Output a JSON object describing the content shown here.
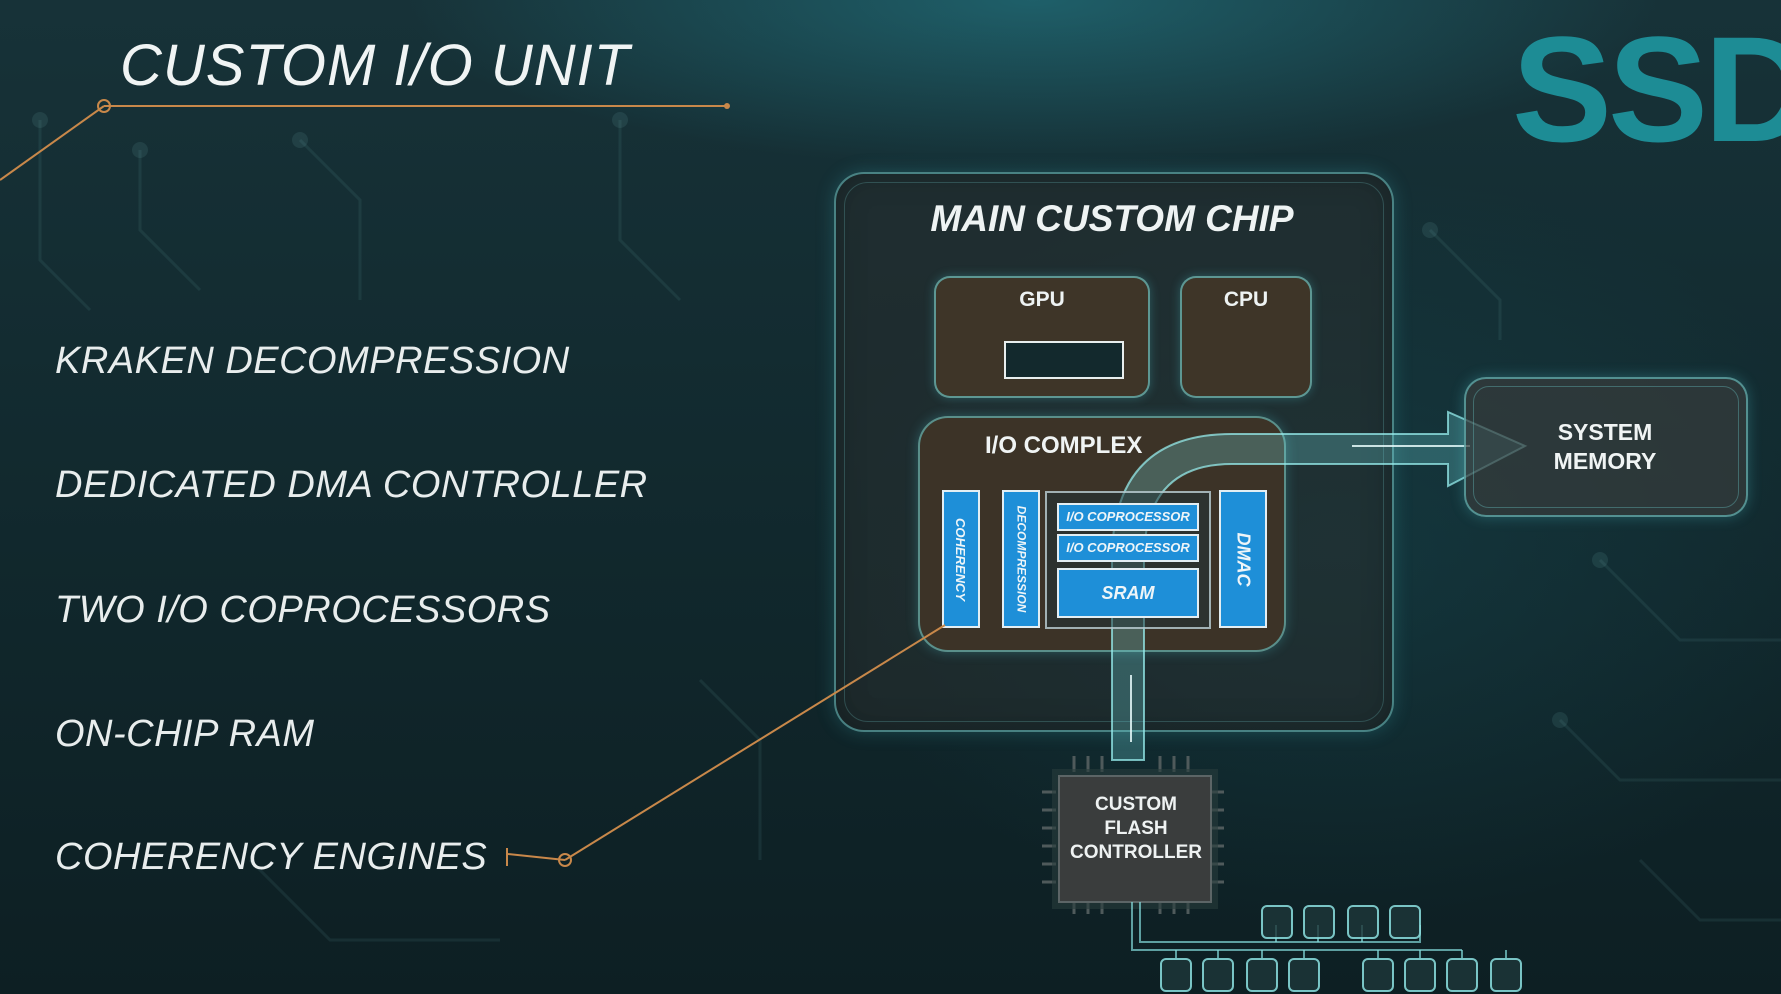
{
  "title": "CUSTOM I/O UNIT",
  "logo_text": "SSD",
  "features": [
    "KRAKEN DECOMPRESSION",
    "DEDICATED DMA CONTROLLER",
    "TWO I/O COPROCESSORS",
    "ON-CHIP RAM",
    "COHERENCY  ENGINES"
  ],
  "diagram": {
    "main_chip": "MAIN CUSTOM CHIP",
    "gpu": "GPU",
    "cpu": "CPU",
    "io_complex": "I/O COMPLEX",
    "coherency": "COHERENCY",
    "decompression": "DECOMPRESSION",
    "coprocessor_1": "I/O COPROCESSOR",
    "coprocessor_2": "I/O COPROCESSOR",
    "sram": "SRAM",
    "dmac": "DMAC",
    "system_memory_line1": "SYSTEM",
    "system_memory_line2": "MEMORY",
    "flash_line1": "CUSTOM",
    "flash_line2": "FLASH",
    "flash_line3": "CONTROLLER"
  },
  "colors": {
    "accent_orange": "#c8884a",
    "logo_teal": "#1d8c95",
    "block_blue": "#1e8fd8",
    "unit_brown": "#3e3528",
    "glow_cyan": "#6fd3d6"
  }
}
